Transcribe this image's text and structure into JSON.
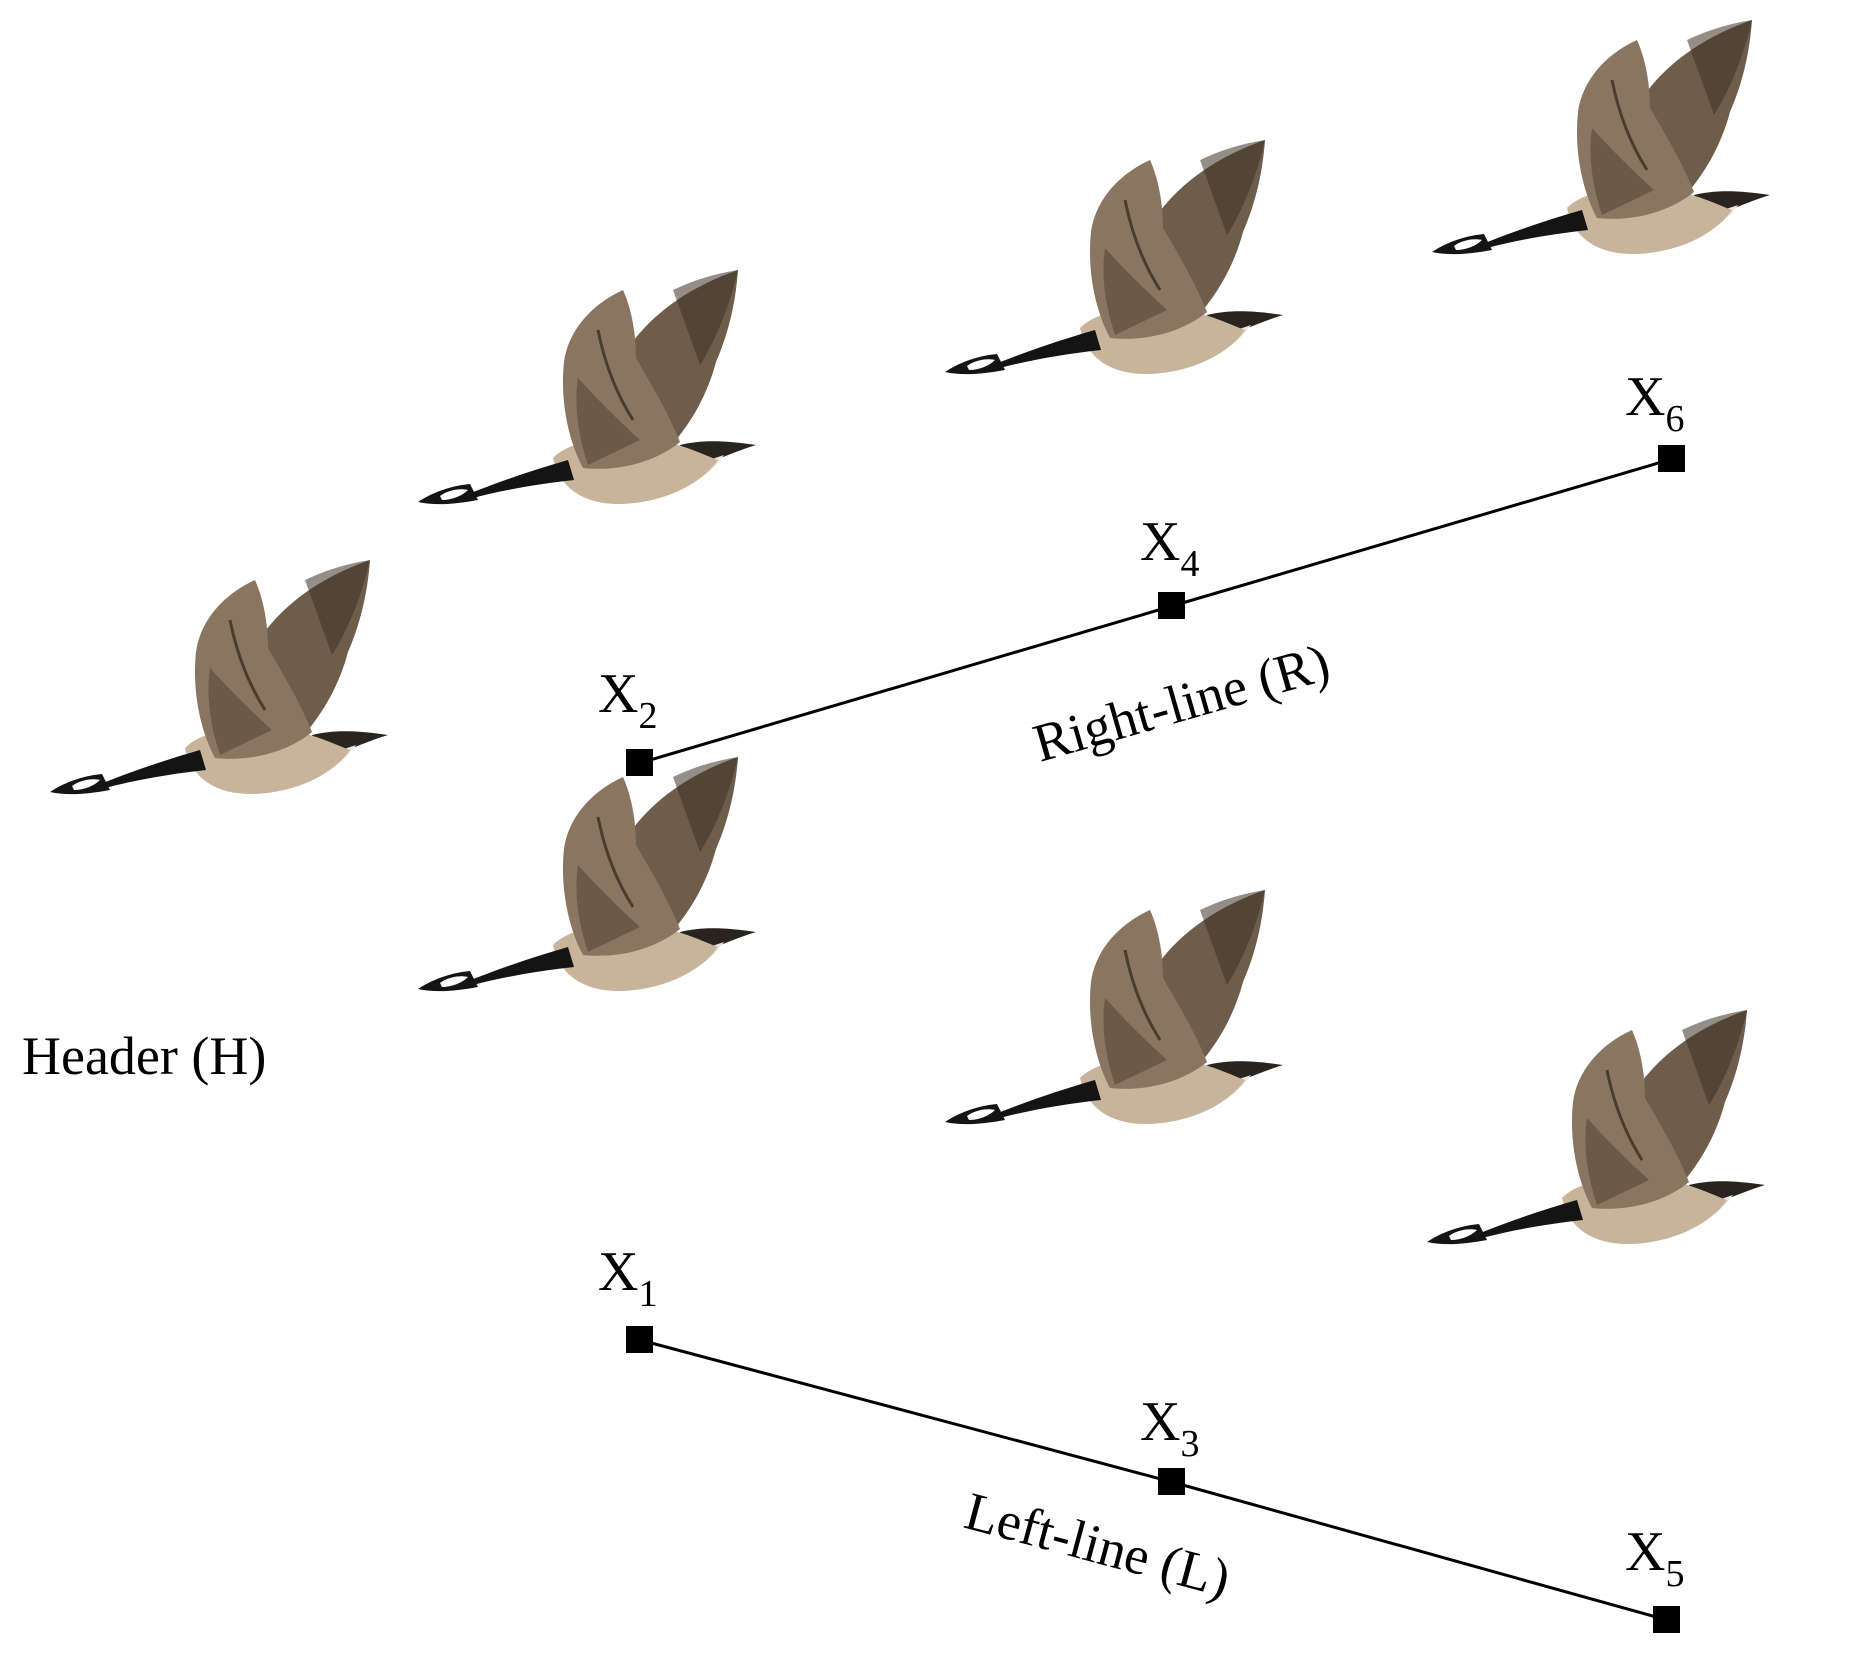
{
  "header_label": "Header (H)",
  "right_line_label": "Right-line (R)",
  "left_line_label": "Left-line (L)",
  "nodes": {
    "x1": {
      "base": "X",
      "sub": "1"
    },
    "x2": {
      "base": "X",
      "sub": "2"
    },
    "x3": {
      "base": "X",
      "sub": "3"
    },
    "x4": {
      "base": "X",
      "sub": "4"
    },
    "x5": {
      "base": "X",
      "sub": "5"
    },
    "x6": {
      "base": "X",
      "sub": "6"
    }
  },
  "birds": [
    {
      "id": "header",
      "icon": "goose-icon"
    },
    {
      "id": "x1",
      "icon": "goose-icon"
    },
    {
      "id": "x2",
      "icon": "goose-icon"
    },
    {
      "id": "x3",
      "icon": "goose-icon"
    },
    {
      "id": "x4",
      "icon": "goose-icon"
    },
    {
      "id": "x5",
      "icon": "goose-icon"
    },
    {
      "id": "x6",
      "icon": "goose-icon"
    }
  ],
  "colors": {
    "goose_body": "#c7b49a",
    "goose_wing": "#6e5d4b",
    "goose_wing_dark": "#3e3226",
    "goose_neck": "#141414",
    "goose_belly": "#ece6dc",
    "line": "#000000"
  }
}
